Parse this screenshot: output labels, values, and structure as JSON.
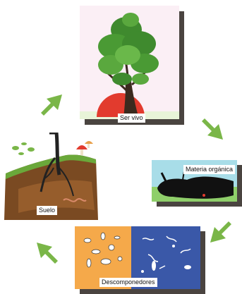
{
  "cycle": {
    "stages": [
      {
        "id": "living-being",
        "label": "Ser vivo"
      },
      {
        "id": "organic-matter",
        "label": "Materia orgánica"
      },
      {
        "id": "decomposers",
        "label": "Descomponedores"
      },
      {
        "id": "soil",
        "label": "Suelo"
      }
    ],
    "arrow_color": "#7ab648"
  }
}
